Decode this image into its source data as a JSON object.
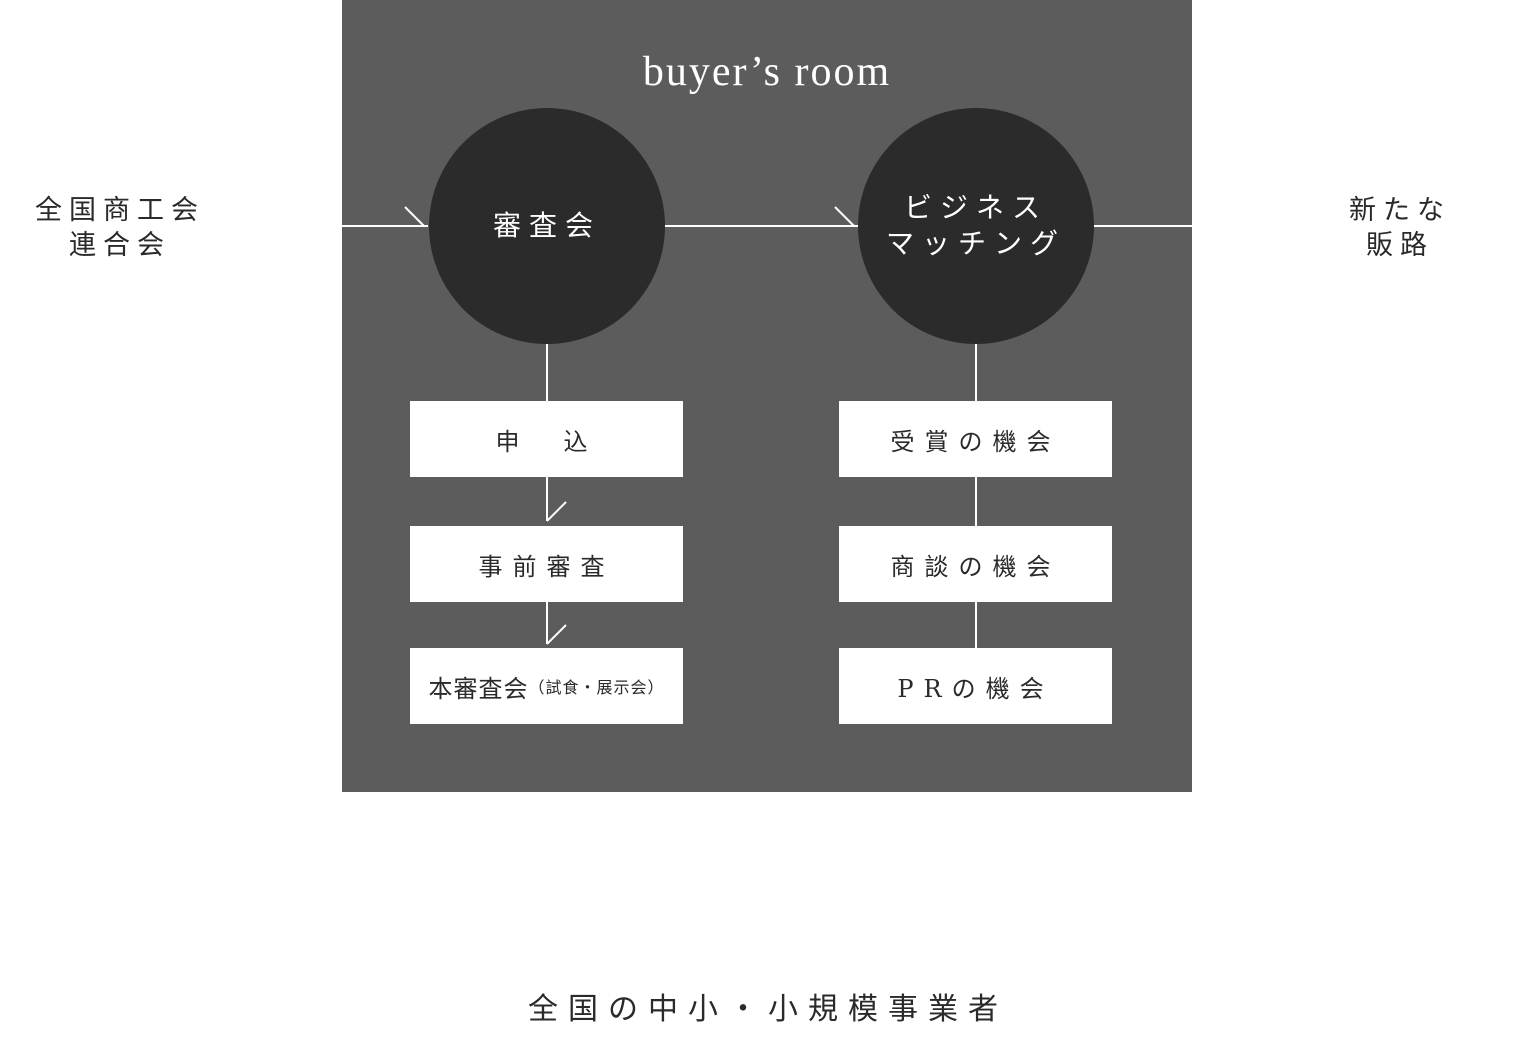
{
  "title": "buyer’s room",
  "left_label": [
    "全国商工会",
    "連合会"
  ],
  "right_label": [
    "新たな",
    "販路"
  ],
  "circle_review": [
    "審査会"
  ],
  "circle_matching": [
    "ビジネス",
    "マッチング"
  ],
  "review_steps": {
    "apply": "申　込",
    "pre_review": "事前審査",
    "main_review": "本審査会",
    "main_review_note": "（試食・展示会）"
  },
  "matching_steps": [
    "受賞の機会",
    "商談の機会",
    "PRの機会"
  ],
  "bottom_label": "全国の中小・小規模事業者",
  "colors": {
    "panel": "#5c5c5c",
    "circle": "#2b2b2b",
    "box": "#ffffff",
    "line": "#ffffff"
  }
}
